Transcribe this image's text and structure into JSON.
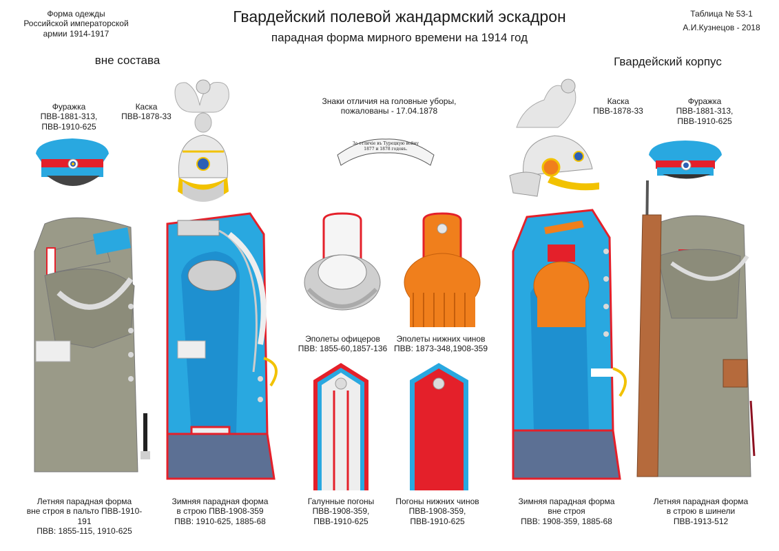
{
  "header": {
    "left_note": "Форма одежды\nРоссийской императорской\nармии  1914-1917",
    "title": "Гвардейский полевой жандармский эскадрон",
    "subtitle": "парадная форма мирного времени на 1914 год",
    "table_no": "Таблица № 53-1",
    "author": "А.И.Кузнецов - 2018"
  },
  "sections": {
    "left": "вне состава",
    "right": "Гвардейский корпус"
  },
  "labels": {
    "cap_left": "Фуражка\nПВВ-1881-313,\nПВВ-1910-625",
    "helmet_left": "Каска\nПВВ-1878-33",
    "insignia_note": "Знаки отличия на головные уборы,\nпожалованы - 17.04.1878",
    "ribbon_text_1": "За отличіе въ Турецкую войну",
    "ribbon_text_2": "1877 и 1878 годовъ.",
    "helmet_right": "Каска\nПВВ-1878-33",
    "cap_right": "Фуражка\nПВВ-1881-313,\nПВВ-1910-625",
    "epaulette_officer": "Эполеты офицеров\nПВВ: 1855-60,1857-136",
    "epaulette_ranks": "Эполеты нижних чинов\nПВВ: 1873-348,1908-359",
    "shoulder_galloon": "Галунные погоны\nПВВ-1908-359,\nПВВ-1910-625",
    "shoulder_ranks": "Погоны нижних чинов\nПВВ-1908-359,\nПВВ-1910-625"
  },
  "captions": {
    "c1": "Летняя парадная форма\nвне строя в пальто ПВВ-1910-191\nПВВ: 1855-115, 1910-625",
    "c2": "Зимняя парадная форма\nв строю ПВВ-1908-359\nПВВ: 1910-625, 1885-68",
    "c3": "Зимняя парадная форма\nвне строя\nПВВ: 1908-359, 1885-68",
    "c4": "Летняя парадная форма\nв строю в шинели\nПВВ-1913-512"
  },
  "colors": {
    "light_blue": "#29a8e0",
    "red": "#e4202a",
    "grey_green": "#9a9a88",
    "silver": "#d9d9d9",
    "gold": "#f2c200",
    "orange": "#f07f1c",
    "trousers": "#5c7094"
  }
}
